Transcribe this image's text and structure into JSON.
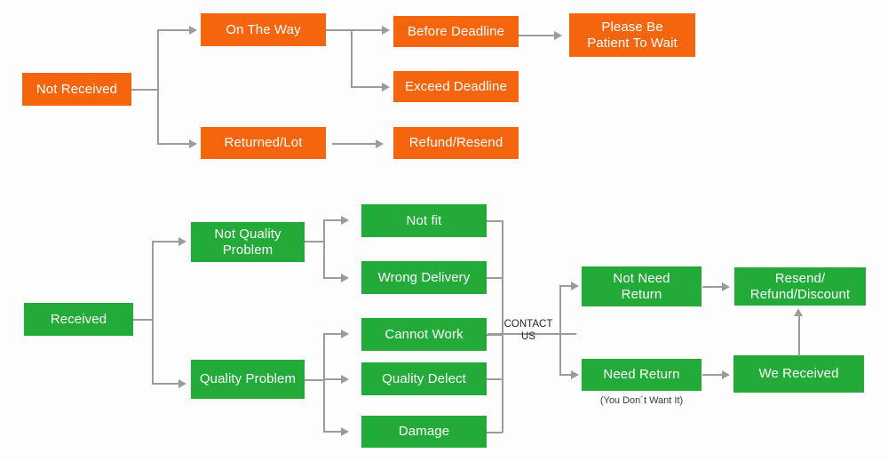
{
  "diagram": {
    "title": "Order Issue Resolution Flowchart",
    "colors": {
      "orange": "#f4650d",
      "green": "#22ab38",
      "connector": "#9b9b9b",
      "background": "#fdfdfd",
      "node_text": "#ffffff",
      "label_text": "#3a3a3a"
    },
    "branches": [
      {
        "id": "not-received",
        "color": "orange",
        "root": "Not Received",
        "nodes": [
          "On The Way",
          "Before Deadline",
          "Please Be\nPatient To Wait",
          "Exceed Deadline",
          "Returned/Lot",
          "Refund/Resend"
        ]
      },
      {
        "id": "received",
        "color": "green",
        "root": "Received",
        "nodes": [
          "Not Quality\nProblem",
          "Quality Problem",
          "Not fit",
          "Wrong Delivery",
          "Cannot Work",
          "Quality Delect",
          "Damage",
          "Not Need\nReturn",
          "Need Return",
          "We Received",
          "Resend/\nRefund/Discount"
        ]
      }
    ]
  },
  "nodes": {
    "not_received": "Not Received",
    "on_the_way": "On The Way",
    "before_deadline": "Before Deadline",
    "please_be_patient": "Please Be\nPatient To Wait",
    "exceed_deadline": "Exceed Deadline",
    "returned_lot": "Returned/Lot",
    "refund_resend": "Refund/Resend",
    "received": "Received",
    "not_quality_problem": "Not Quality\nProblem",
    "quality_problem": "Quality Problem",
    "not_fit": "Not fit",
    "wrong_delivery": "Wrong Delivery",
    "cannot_work": "Cannot Work",
    "quality_delect": "Quality Delect",
    "damage": "Damage",
    "not_need_return": "Not Need\nReturn",
    "need_return": "Need Return",
    "we_received": "We Received",
    "resend_refund_discount": "Resend/\nRefund/Discount"
  },
  "labels": {
    "contact_us": "CONTACT\nUS",
    "you_dont_want_it": "(You Don´t Want It)"
  }
}
